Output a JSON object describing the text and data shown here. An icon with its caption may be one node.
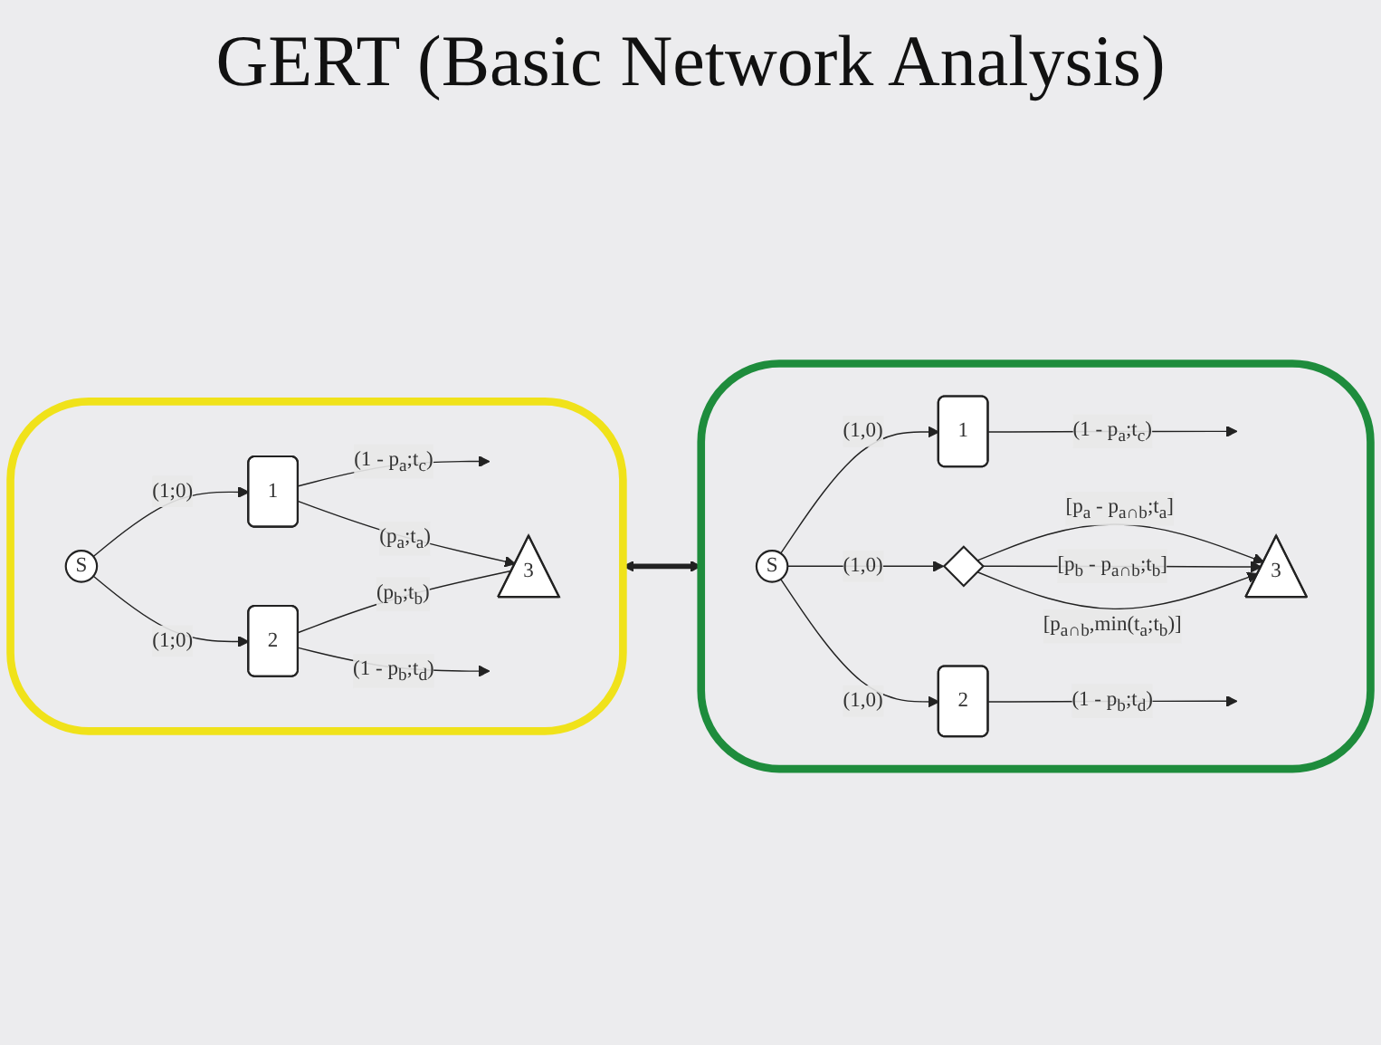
{
  "diagram": {
    "title": "GERT (Basic Network Analysis)",
    "nodes": [
      {
        "text": [],
        "shape": "cloud"
      },
      {
        "text": [
          "S"
        ],
        "in": 0
      },
      {
        "text": [
          "1"
        ],
        "in": 0
      },
      {
        "text": [
          "2"
        ],
        "in": 0
      },
      {
        "text": [
          "3"
        ],
        "in": 0
      },
      {
        "text": [],
        "shape": "cloud"
      },
      {
        "text": [
          "S"
        ],
        "in": 5
      },
      {
        "text": [
          "1"
        ],
        "in": 5
      },
      {
        "text": [],
        "shape": "diamond",
        "in": 5
      },
      {
        "text": [
          "2"
        ],
        "in": 5
      },
      {
        "text": [
          "3"
        ],
        "in": 5
      }
    ],
    "edges": [
      {
        "from": 1,
        "to": 2,
        "arrow": "to",
        "label": "(1;0)"
      },
      {
        "from": 1,
        "to": 3,
        "arrow": "to",
        "label": "(1;0)"
      },
      {
        "from": 2,
        "to": null,
        "arrow": "to",
        "label": "(1 - p$_{a}$;t$_{c}$)"
      },
      {
        "from": 2,
        "to": 4,
        "arrow": "to",
        "label": "(p$_{a}$;t$_{a}$)"
      },
      {
        "from": 3,
        "to": 4,
        "arrow": "none",
        "label": "(p$_{b}$;t$_{b}$)"
      },
      {
        "from": 3,
        "to": null,
        "arrow": "to",
        "label": "(1 - p$_{b}$;t$_{d}$)"
      },
      {
        "from": 0,
        "to": 5,
        "arrow": "both",
        "style": "thick"
      },
      {
        "from": 6,
        "to": 7,
        "arrow": "to",
        "label": "(1,0)"
      },
      {
        "from": 6,
        "to": 8,
        "arrow": "to",
        "label": "(1,0)"
      },
      {
        "from": 6,
        "to": 9,
        "arrow": "to",
        "label": "(1,0)"
      },
      {
        "from": 7,
        "to": null,
        "arrow": "to",
        "label": "(1 - p$_{a}$;t$_{c}$)"
      },
      {
        "from": 8,
        "to": 10,
        "arrow": "to",
        "label": "[p$_{a}$ - p$_{a∩b}$;t$_{a}$]"
      },
      {
        "from": 8,
        "to": 10,
        "arrow": "to",
        "label": "[p$_{b}$ - p$_{a∩b}$;t$_{b}$]"
      },
      {
        "from": 8,
        "to": 10,
        "arrow": "to",
        "label": "[p$_{a∩b}$,min(t$_{a}$;t$_{b}$)]"
      },
      {
        "from": 9,
        "to": null,
        "arrow": "to",
        "label": "(1 - p$_{b}$;t$_{d}$)"
      }
    ]
  }
}
